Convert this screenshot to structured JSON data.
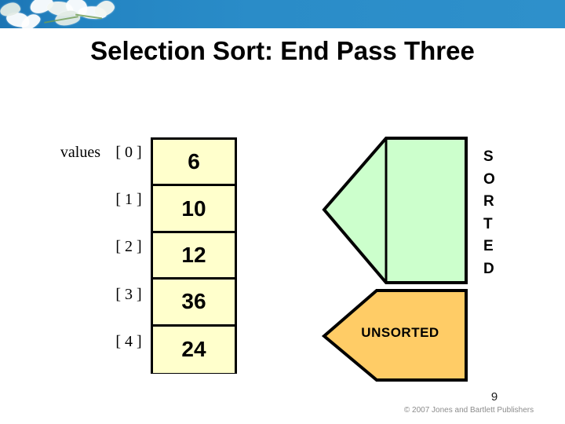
{
  "slide": {
    "title": "Selection Sort: End Pass Three",
    "page_number": "9",
    "copyright": "© 2007 Jones and Bartlett Publishers"
  },
  "banner": {
    "color": "#2a8cc8",
    "decoration": "white-flowers"
  },
  "array": {
    "variable_label": "values",
    "fill_color": "#ffffcc",
    "border_color": "#000000",
    "rows": [
      {
        "index_label": "[ 0 ]",
        "index": "0",
        "value": "6"
      },
      {
        "index_label": "[ 1 ]",
        "index": "1",
        "value": "10"
      },
      {
        "index_label": "[ 2 ]",
        "index": "2",
        "value": "12"
      },
      {
        "index_label": "[ 3 ]",
        "index": "3",
        "value": "36"
      },
      {
        "index_label": "[ 4 ]",
        "index": "4",
        "value": "24"
      }
    ]
  },
  "regions": {
    "sorted": {
      "label": "SORTED",
      "letters": [
        "S",
        "O",
        "R",
        "T",
        "E",
        "D"
      ],
      "fill_color": "#ccffcc",
      "border_color": "#000000"
    },
    "unsorted": {
      "label": "UNSORTED",
      "fill_color": "#ffcc66",
      "border_color": "#000000"
    }
  }
}
